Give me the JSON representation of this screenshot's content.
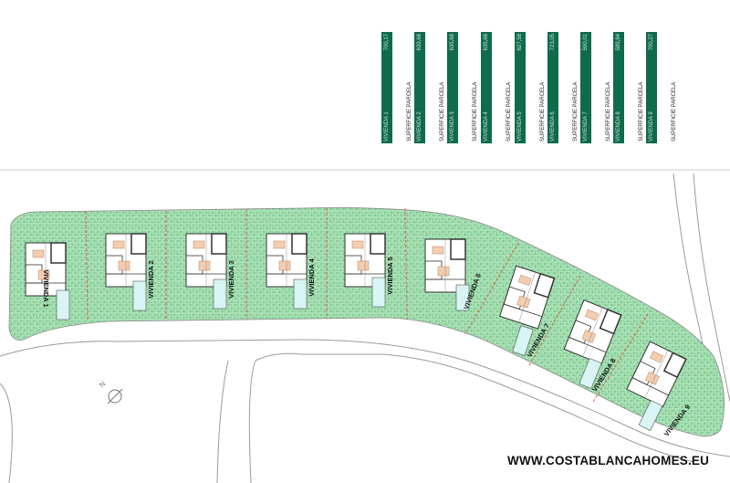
{
  "legend": [
    {
      "label": "VIVIENDA 1",
      "value": "700,17",
      "sub": "SUPERFICIE PARCELA"
    },
    {
      "label": "VIVIENDA 2",
      "value": "639,68",
      "sub": "SUPERFICIE PARCELA"
    },
    {
      "label": "VIVIENDA 3",
      "value": "635,68",
      "sub": "SUPERFICIE PARCELA"
    },
    {
      "label": "VIVIENDA 4",
      "value": "635,68",
      "sub": "SUPERFICIE PARCELA"
    },
    {
      "label": "VIVIENDA 5",
      "value": "627,58",
      "sub": "SUPERFICIE PARCELA"
    },
    {
      "label": "VIVIENDA 6",
      "value": "723,05",
      "sub": "SUPERFICIE PARCELA"
    },
    {
      "label": "VIVIENDA 7",
      "value": "590,01",
      "sub": "SUPERFICIE PARCELA"
    },
    {
      "label": "VIVIENDA 8",
      "value": "589,84",
      "sub": "SUPERFICIE PARCELA"
    },
    {
      "label": "VIVIENDA 9",
      "value": "700,27",
      "sub": "SUPERFICIE PARCELA"
    }
  ],
  "plots": [
    {
      "label": "VIVIENDA 1"
    },
    {
      "label": "VIVIENDA 2"
    },
    {
      "label": "VIVIENDA 3"
    },
    {
      "label": "VIVIENDA 4"
    },
    {
      "label": "VIVIENDA 5"
    },
    {
      "label": "VIVIENDA 6"
    },
    {
      "label": "VIVIENDA 7"
    },
    {
      "label": "VIVIENDA 8"
    },
    {
      "label": "VIVIENDA 9"
    }
  ],
  "north_label": "N",
  "footer": {
    "url": "WWW.COSTABLANCAHOMES.EU"
  },
  "colors": {
    "green": "#9fdcae",
    "legend": "#0f6b4a",
    "divider": "#d9613a",
    "road": "#9a9a9a"
  }
}
